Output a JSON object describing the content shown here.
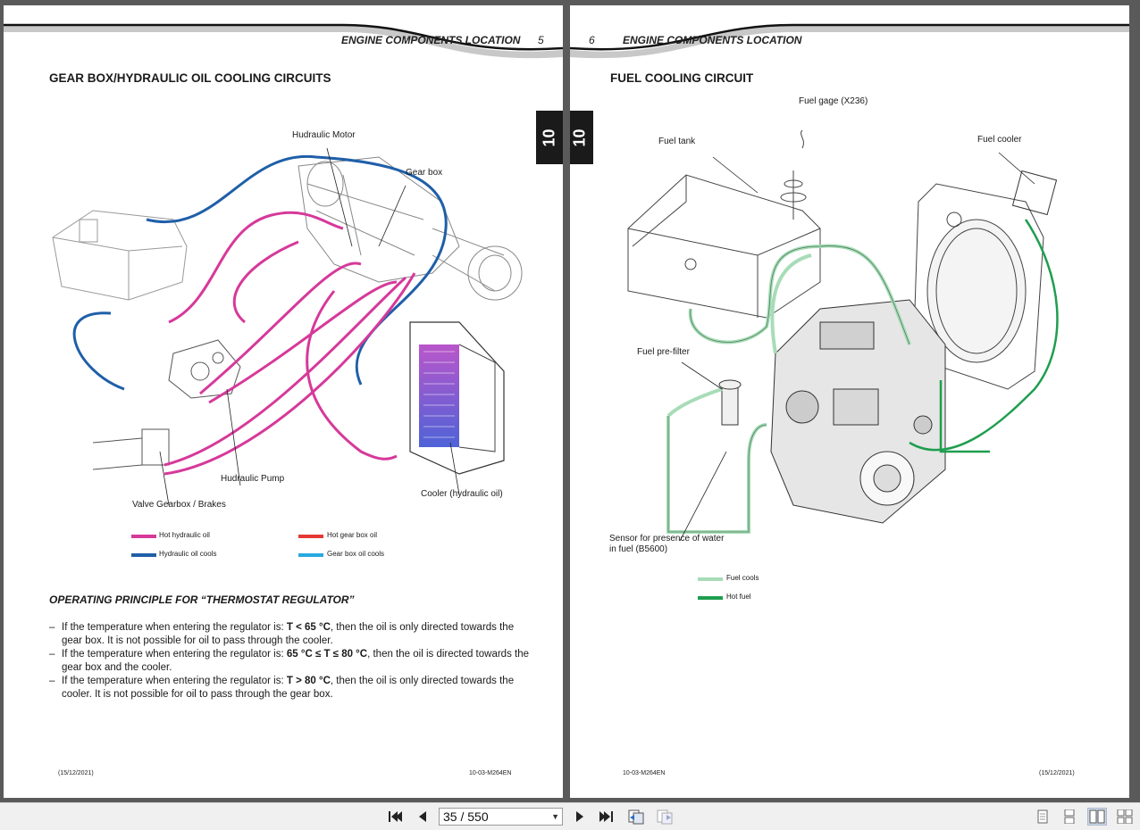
{
  "left_page": {
    "header_title": "ENGINE COMPONENTS LOCATION",
    "page_number": "5",
    "section_title": "GEAR BOX/HYDRAULIC OIL COOLING CIRCUITS",
    "tab_label": "10",
    "labels": {
      "hydraulic_motor": "Hudraulic Motor",
      "gear_box": "Gear box",
      "hydraulic_pump": "Hudraulic Pump",
      "valve": "Valve Gearbox / Brakes",
      "cooler": "Cooler (hydraulic oil)"
    },
    "legend": [
      {
        "label": "Hot hydraulic oil",
        "color": "#d6399a"
      },
      {
        "label": "Hot gear box oil",
        "color": "#e53935"
      },
      {
        "label": "Hydraulic oil cools",
        "color": "#1f5fa8"
      },
      {
        "label": "Gear box oil cools",
        "color": "#29a9e1"
      }
    ],
    "operating_title": "OPERATING PRINCIPLE FOR “THERMOSTAT REGULATOR”",
    "bullets": [
      {
        "pre": "If the temperature when entering the regulator is: ",
        "bold": "T < 65 °C",
        "post": ", then the oil is only directed towards the gear box. It is not possible for oil to pass through the cooler."
      },
      {
        "pre": "If the temperature when entering the regulator is: ",
        "bold": "65 °C ≤ T ≤ 80 °C",
        "post": ", then the oil is directed towards the gear box and the cooler."
      },
      {
        "pre": "If the temperature when entering the regulator is: ",
        "bold": "T > 80 °C",
        "post": ", then the oil is only directed towards the cooler. It is not possible for oil to pass through the gear box."
      }
    ],
    "footer_date": "(15/12/2021)",
    "footer_code": "10-03-M264EN"
  },
  "right_page": {
    "header_title": "ENGINE COMPONENTS LOCATION",
    "page_number": "6",
    "section_title": "FUEL COOLING CIRCUIT",
    "tab_label": "10",
    "labels": {
      "fuel_gage": "Fuel gage (X236)",
      "fuel_tank": "Fuel tank",
      "fuel_cooler": "Fuel cooler",
      "fuel_prefilter": "Fuel pre-filter",
      "sensor_line1": "Sensor for presence of water",
      "sensor_line2": "in fuel (B5600)"
    },
    "legend": [
      {
        "label": "Fuel cools",
        "color": "#a8dcb8"
      },
      {
        "label": "Hot fuel",
        "color": "#1f9e4f"
      }
    ],
    "footer_code": "10-03-M264EN",
    "footer_date": "(15/12/2021)"
  },
  "toolbar": {
    "page_field": "35  /  550",
    "icons": [
      "first-page-icon",
      "previous-page-icon",
      "next-page-icon",
      "last-page-icon",
      "previous-view-icon",
      "next-view-icon",
      "single-page-view-icon",
      "continuous-view-icon",
      "facing-view-icon",
      "continuous-facing-view-icon"
    ]
  }
}
